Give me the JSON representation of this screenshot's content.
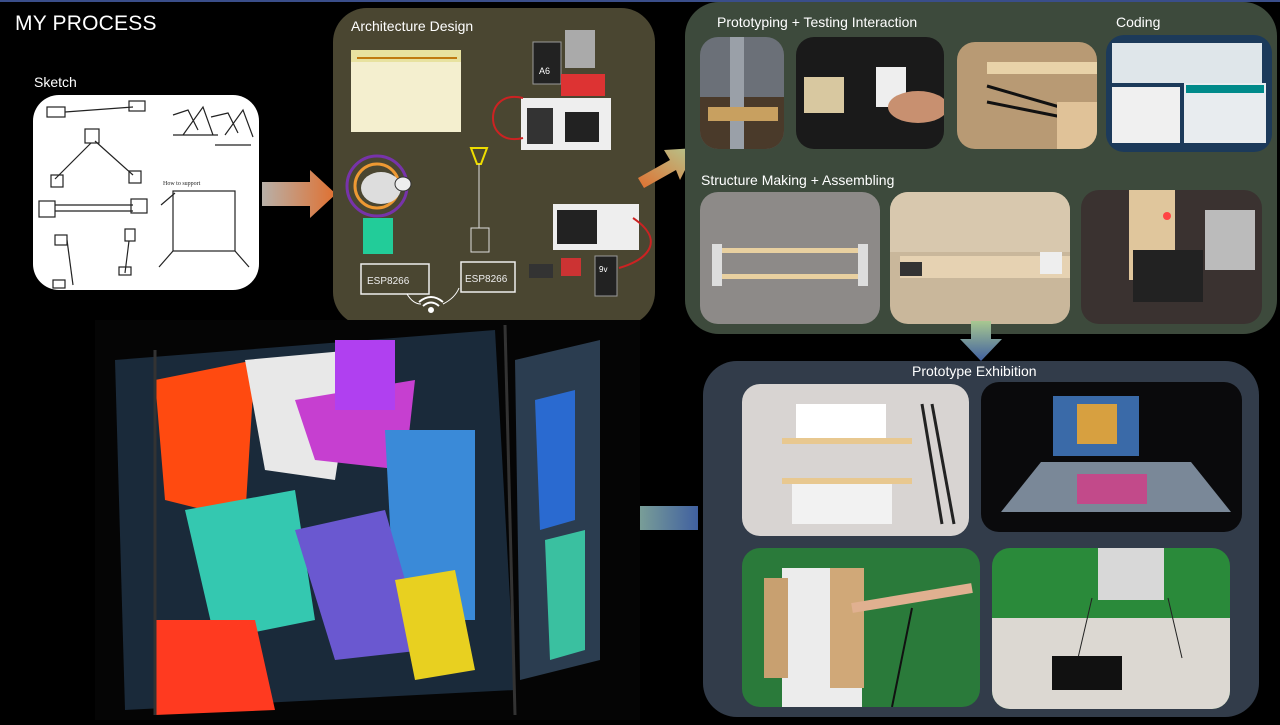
{
  "page": {
    "title": "MY PROCESS"
  },
  "sketch": {
    "label": "Sketch",
    "handwriting": "How to support"
  },
  "architecture": {
    "label": "Architecture Design",
    "chip_label_1": "ESP8266",
    "chip_label_2": "ESP8266",
    "battery_label_1": "A6",
    "battery_label_2": "9v"
  },
  "prototyping": {
    "label": "Prototyping  + Testing Interaction"
  },
  "coding": {
    "label": "Coding"
  },
  "structure": {
    "label": "Structure  Making + Assembling"
  },
  "exhibition": {
    "label": "Prototype  Exhibition"
  },
  "colors": {
    "arch_panel": "#4a4631",
    "proto_panel": "#3d4a3c",
    "exhib_panel": "#323c4a",
    "arrow_orange": "#e07030",
    "arrow_blue": "#4060a0"
  },
  "icons": [
    "wifi-icon",
    "arrow-right-icon",
    "arrow-down-icon",
    "arrow-left-icon"
  ]
}
